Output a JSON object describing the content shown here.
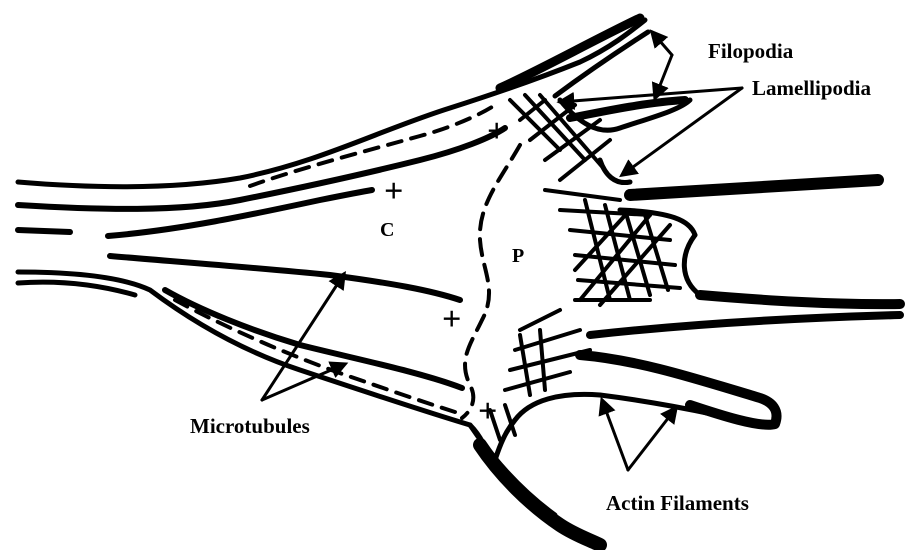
{
  "labels": {
    "filopodia": "Filopodia",
    "lamellipodia": "Lamellipodia",
    "microtubules": "Microtubules",
    "actin_filaments": "Actin Filaments"
  },
  "regions": {
    "central": "C",
    "peripheral": "P"
  },
  "plus_end": "+",
  "colors": {
    "ink": "#000000",
    "background": "#ffffff"
  }
}
